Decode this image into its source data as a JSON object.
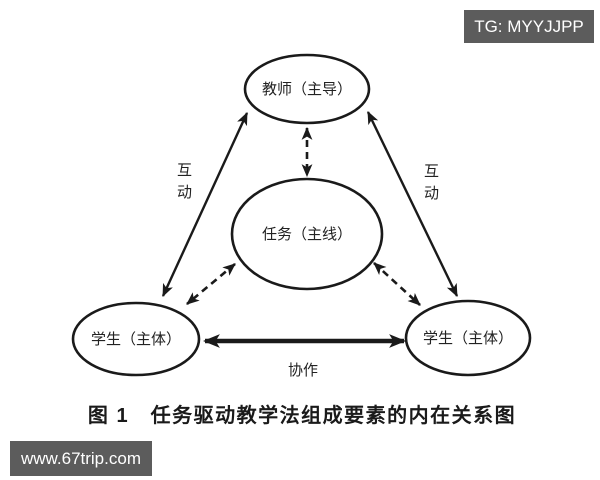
{
  "page": {
    "background": "#ffffff"
  },
  "watermarks": {
    "tg_badge": {
      "text": "TG: MYYJJPP",
      "bg": "#5c5c5c",
      "color": "#ffffff"
    },
    "site_badge": {
      "text": "www.67trip.com",
      "bg": "#5c5c5c",
      "color": "#ffffff"
    }
  },
  "diagram": {
    "caption": "图 1　任务驱动教学法组成要素的内在关系图",
    "line_color": "#1a1a1a",
    "nodes": {
      "teacher": {
        "label": "教师（主导）"
      },
      "task": {
        "label": "任务（主线）"
      },
      "student_left": {
        "label": "学生（主体）"
      },
      "student_right": {
        "label": "学生（主体）"
      }
    },
    "edge_labels": {
      "interaction_left": "互动",
      "interaction_right": "互动",
      "collaboration": "协作"
    },
    "edges": [
      {
        "from": "teacher",
        "to": "student_left",
        "style": "solid",
        "arrows": "both",
        "label": "互动"
      },
      {
        "from": "teacher",
        "to": "student_right",
        "style": "solid",
        "arrows": "both",
        "label": "互动"
      },
      {
        "from": "teacher",
        "to": "task",
        "style": "dashed",
        "arrows": "both",
        "label": ""
      },
      {
        "from": "task",
        "to": "student_left",
        "style": "dashed",
        "arrows": "both",
        "label": ""
      },
      {
        "from": "task",
        "to": "student_right",
        "style": "dashed",
        "arrows": "both",
        "label": ""
      },
      {
        "from": "student_left",
        "to": "student_right",
        "style": "solid-thick",
        "arrows": "both",
        "label": "协作"
      }
    ]
  }
}
